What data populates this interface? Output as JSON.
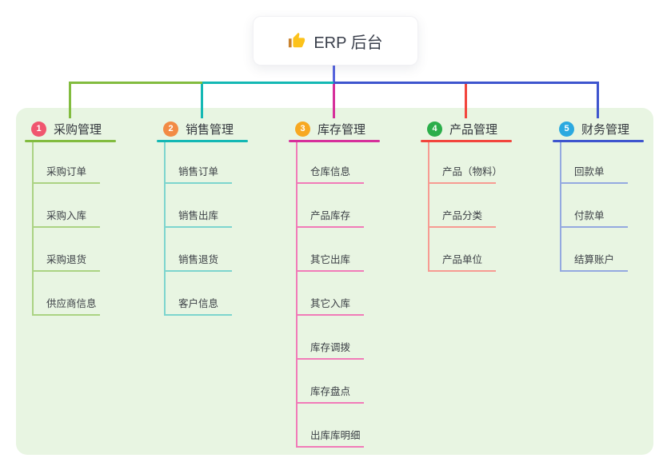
{
  "root": {
    "title": "ERP 后台",
    "icon": "thumbs-up-icon",
    "line_color": "#5765DF"
  },
  "canvas": {
    "page_bg": "#FFFFFF",
    "panel_bg": "#E8F5E2"
  },
  "branches": [
    {
      "number": "1",
      "label": "采购管理",
      "color": "#82BC3F",
      "light_color": "#ABD383",
      "badge_color": "#F0566F",
      "items": [
        "采购订单",
        "采购入库",
        "采购退货",
        "供应商信息"
      ]
    },
    {
      "number": "2",
      "label": "销售管理",
      "color": "#14B8B4",
      "light_color": "#7DD5CE",
      "badge_color": "#F28B45",
      "items": [
        "销售订单",
        "销售出库",
        "销售退货",
        "客户信息"
      ]
    },
    {
      "number": "3",
      "label": "库存管理",
      "color": "#D6309B",
      "light_color": "#F17BB8",
      "badge_color": "#F7A821",
      "items": [
        "仓库信息",
        "产品库存",
        "其它出库",
        "其它入库",
        "库存调拨",
        "库存盘点",
        "出库库明细"
      ]
    },
    {
      "number": "4",
      "label": "产品管理",
      "color": "#F2453D",
      "light_color": "#F79B92",
      "badge_color": "#2BAE4A",
      "items": [
        "产品（物料）",
        "产品分类",
        "产品单位"
      ]
    },
    {
      "number": "5",
      "label": "财务管理",
      "color": "#3E55CE",
      "light_color": "#94A9E0",
      "badge_color": "#2BA9E0",
      "items": [
        "回款单",
        "付款单",
        "结算账户"
      ]
    }
  ]
}
